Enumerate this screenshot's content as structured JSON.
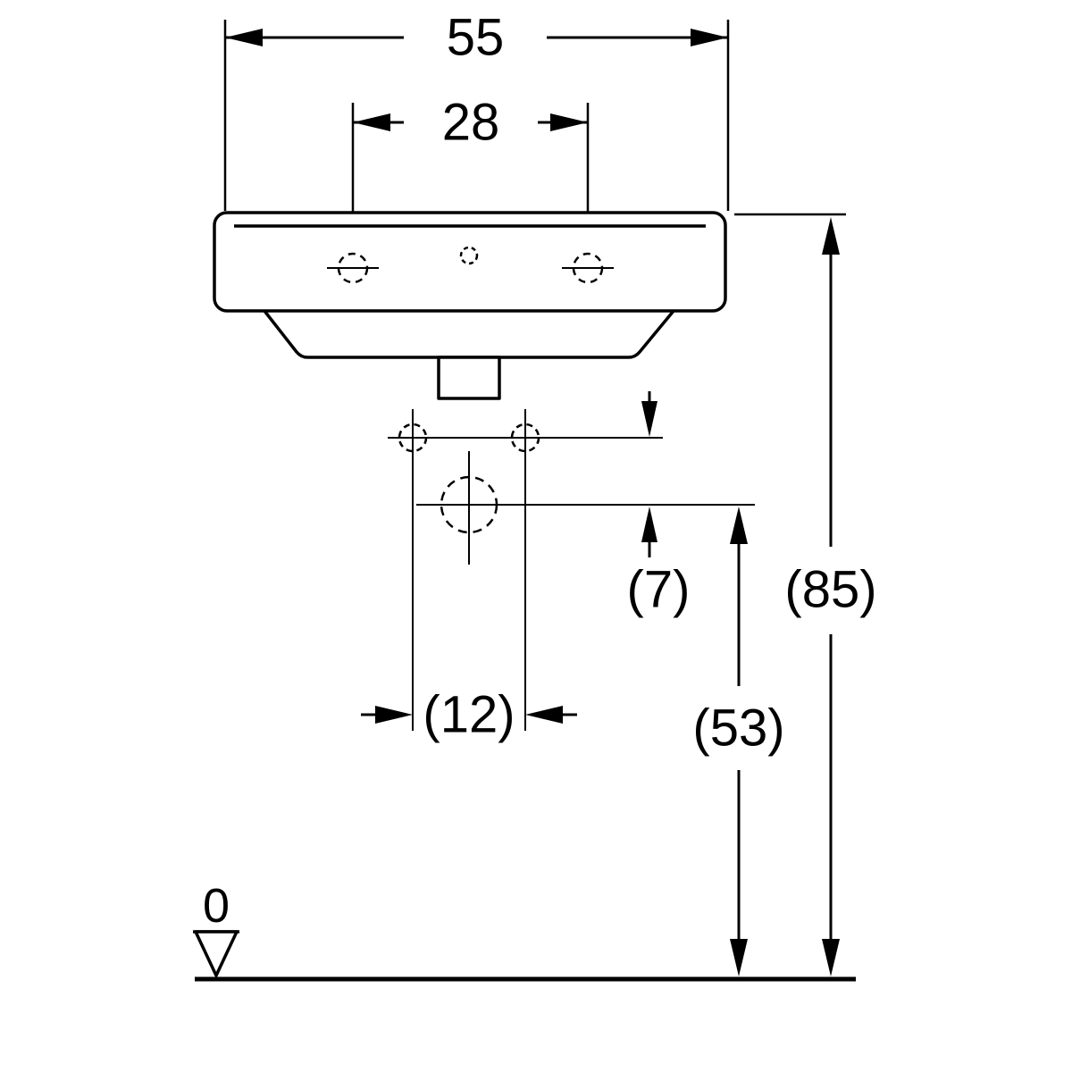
{
  "drawing": {
    "type": "washbasin-front-elevation-dimension-drawing",
    "line_color": "#000000",
    "background_color": "#ffffff",
    "dimensions": {
      "overall_width": "55",
      "tap_hole_spacing": "28",
      "fixing_hole_spacing": "(12)",
      "fixing_to_drain": "(7)",
      "drain_center_height": "(53)",
      "overall_height": "(85)",
      "floor_datum": "0"
    }
  }
}
